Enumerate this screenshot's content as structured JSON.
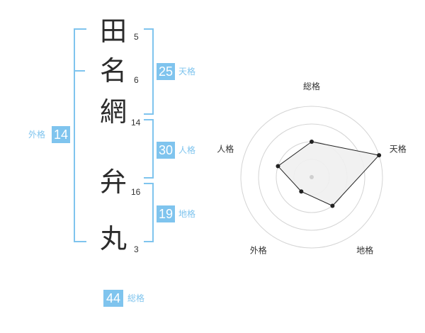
{
  "name": {
    "chars": [
      {
        "char": "田",
        "strokes": "5"
      },
      {
        "char": "名",
        "strokes": "6"
      },
      {
        "char": "網",
        "strokes": "14"
      },
      {
        "char": "弁",
        "strokes": "16"
      },
      {
        "char": "丸",
        "strokes": "3"
      }
    ]
  },
  "scores": {
    "tenkaku": {
      "value": "25",
      "label": "天格"
    },
    "jinkaku": {
      "value": "30",
      "label": "人格"
    },
    "chikaku": {
      "value": "19",
      "label": "地格"
    },
    "gaikaku": {
      "value": "14",
      "label": "外格"
    },
    "soukaku": {
      "value": "44",
      "label": "総格"
    }
  },
  "colors": {
    "accent": "#7fc4ee",
    "text": "#2b2b2b"
  },
  "chart_data": {
    "type": "radar",
    "axes": [
      "総格",
      "天格",
      "地格",
      "外格",
      "人格"
    ],
    "values": [
      2,
      4,
      2,
      1,
      2
    ],
    "rmax": 4,
    "rings": 4,
    "grid": true
  }
}
